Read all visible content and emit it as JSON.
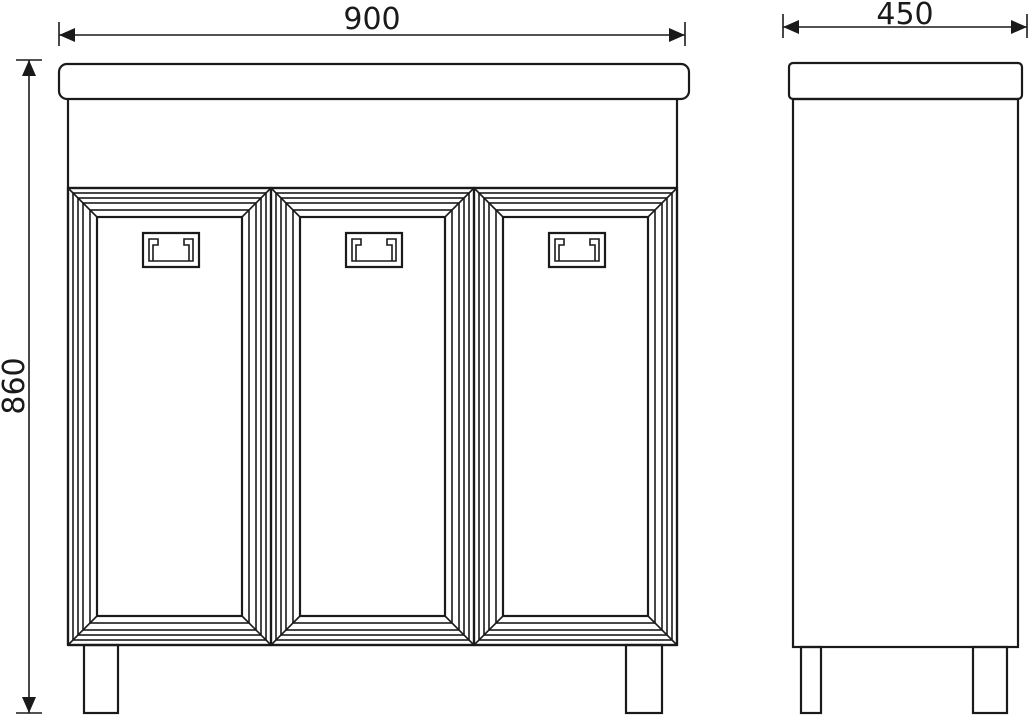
{
  "dimensions": {
    "width": "900",
    "depth": "450",
    "height": "860"
  },
  "colors": {
    "line": "#1a1a1a",
    "background": "#ffffff"
  },
  "front_view": {
    "door_count": 3
  }
}
